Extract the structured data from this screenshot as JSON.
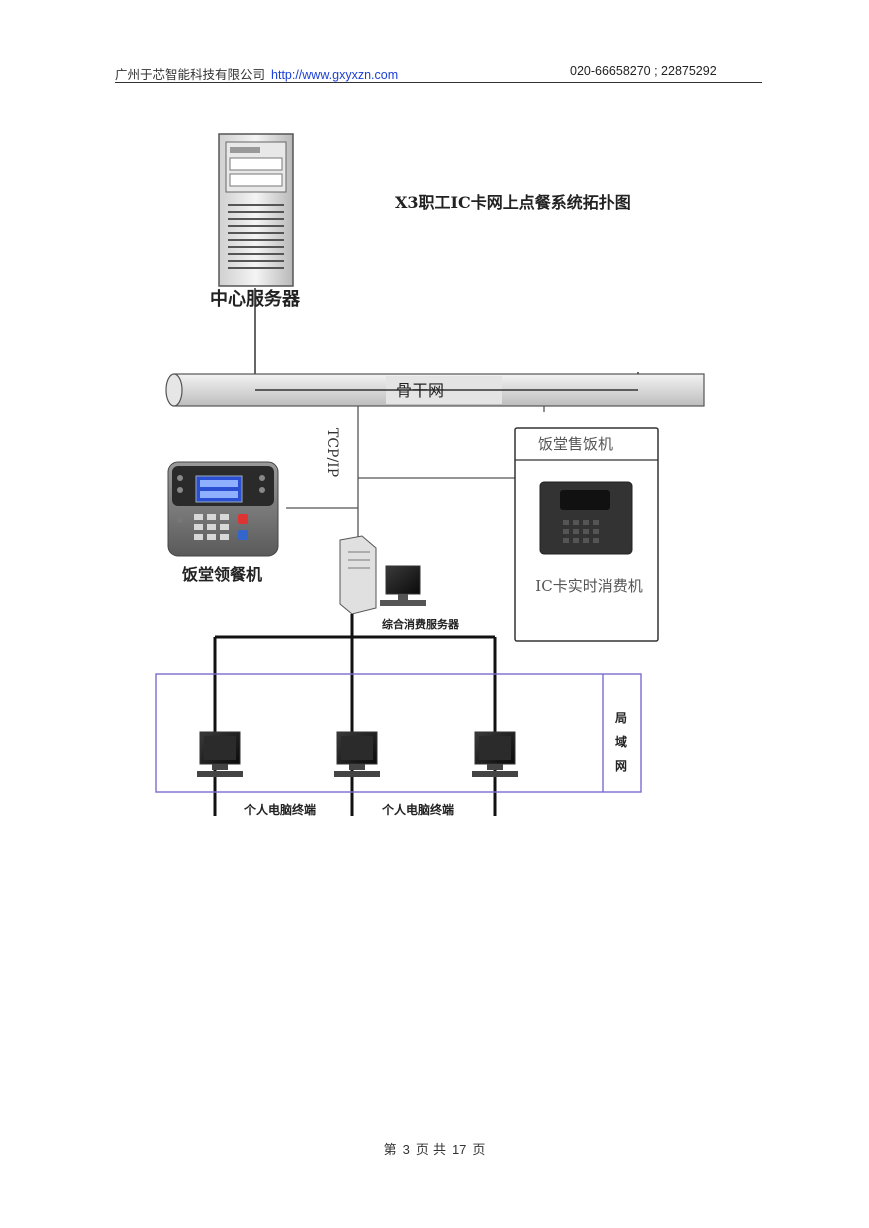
{
  "header": {
    "company": "广州于芯智能科技有限公司",
    "url": "http://www.gxyxzn.com",
    "phone": "020-66658270 ; 22875292"
  },
  "diagram": {
    "title": "X3职工IC卡网上点餐系统拓扑图",
    "central_server_label": "中心服务器",
    "backbone_label": "骨干网",
    "protocol_label": "TCP/IP",
    "canteen_pos_box_title": "饭堂售饭机",
    "ic_card_terminal_label": "IC卡实时消费机",
    "meal_pickup_machine_label": "饭堂领餐机",
    "consumption_server_label": "综合消费服务器",
    "lan_label": "局域网",
    "pc_terminal_label_1": "个人电脑终端",
    "pc_terminal_label_2": "个人电脑终端"
  },
  "footer": {
    "prefix": "第",
    "page": "3",
    "middle": "页 共",
    "total": "17",
    "suffix": "页"
  }
}
